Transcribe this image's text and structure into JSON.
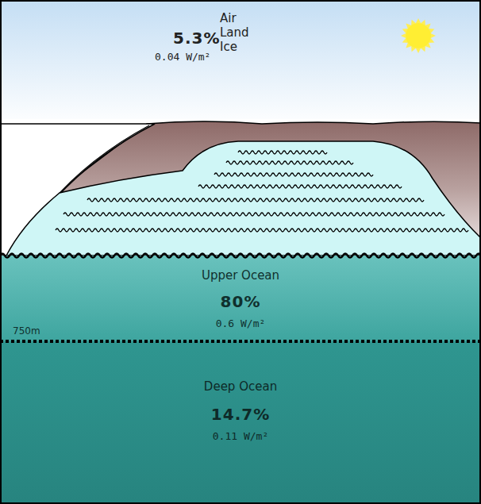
{
  "diagram": {
    "nodes": [
      {
        "text": [
          "5.3%",
          "Air Land Ice",
          "0.04 W/m²"
        ]
      },
      {
        "text": [
          "Upper Ocean",
          "80%",
          "0.6 W/m²"
        ]
      },
      {
        "text": [
          "Deep Ocean",
          "14.7%",
          "0.11 W/m²"
        ]
      }
    ],
    "labels": [
      "750m"
    ]
  }
}
